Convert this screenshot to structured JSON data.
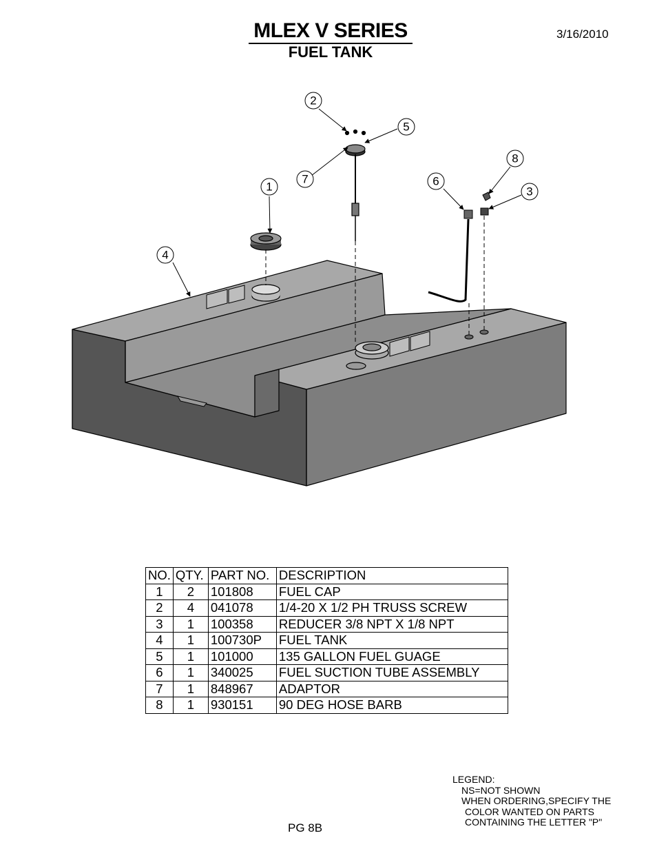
{
  "header": {
    "title": "MLEX V SERIES",
    "subtitle": "FUEL TANK",
    "date": "3/16/2010"
  },
  "balloons": [
    "1",
    "2",
    "3",
    "4",
    "5",
    "6",
    "7",
    "8"
  ],
  "parts_table": {
    "headers": [
      "NO.",
      "QTY.",
      "PART NO.",
      "DESCRIPTION"
    ],
    "rows": [
      [
        "1",
        "2",
        "101808",
        "FUEL CAP"
      ],
      [
        "2",
        "4",
        "041078",
        "1/4-20 X 1/2 PH TRUSS SCREW"
      ],
      [
        "3",
        "1",
        "100358",
        "REDUCER 3/8 NPT X 1/8 NPT"
      ],
      [
        "4",
        "1",
        "100730P",
        "FUEL TANK"
      ],
      [
        "5",
        "1",
        "101000",
        "135 GALLON FUEL GUAGE"
      ],
      [
        "6",
        "1",
        "340025",
        "FUEL SUCTION TUBE ASSEMBLY"
      ],
      [
        "7",
        "1",
        "848967",
        "ADAPTOR"
      ],
      [
        "8",
        "1",
        "930151",
        "90 DEG HOSE BARB"
      ]
    ]
  },
  "legend": {
    "heading": "LEGEND:",
    "lines": [
      "NS=NOT SHOWN",
      "WHEN ORDERING,SPECIFY THE",
      "COLOR WANTED ON PARTS",
      "CONTAINING THE LETTER \"P\""
    ]
  },
  "footer": {
    "page": "PG 8B"
  }
}
